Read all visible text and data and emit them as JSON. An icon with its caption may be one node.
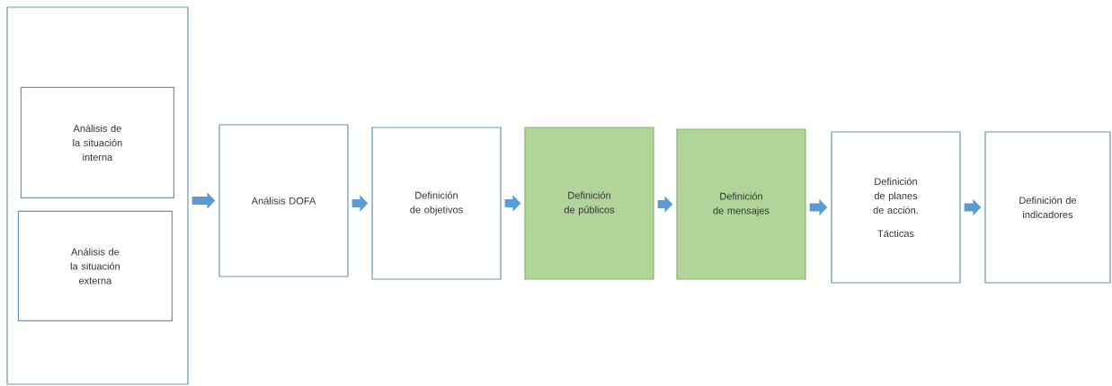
{
  "diagram": {
    "nodes": [
      {
        "text": [],
        "shape": "box"
      },
      {
        "text": [
          "Análisis de la situación interna"
        ],
        "in": 0
      },
      {
        "text": [
          "Análisis de la situación externa"
        ],
        "in": 0
      },
      {
        "text": [
          "Análisis DOFA"
        ]
      },
      {
        "text": [
          "Definición de objetivos"
        ]
      },
      {
        "text": [
          "Definición de públicos"
        ]
      },
      {
        "text": [
          "Definición de mensajes"
        ]
      },
      {
        "text": [
          "Definición de planes de acción.",
          "Tácticas"
        ]
      },
      {
        "text": [
          "Definición de indicadores"
        ]
      }
    ],
    "edges": [
      {
        "from": 0,
        "to": 3,
        "arrow": "to"
      },
      {
        "from": 3,
        "to": 4,
        "arrow": "to"
      },
      {
        "from": 4,
        "to": 5,
        "arrow": "to"
      },
      {
        "from": 5,
        "to": 6,
        "arrow": "to"
      },
      {
        "from": 6,
        "to": 7,
        "arrow": "to"
      },
      {
        "from": 7,
        "to": 8,
        "arrow": "to"
      }
    ]
  }
}
